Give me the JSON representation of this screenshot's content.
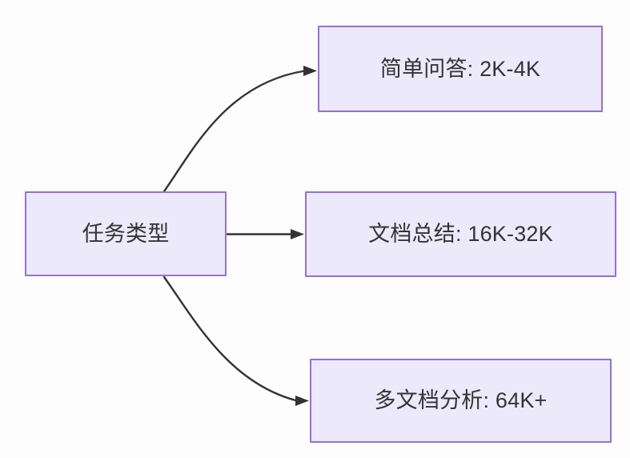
{
  "diagram": {
    "type": "flowchart",
    "direction": "left-to-right",
    "background_color": "#fdfdfd",
    "node_fill_color": "#ece9fb",
    "node_border_color": "#9370db",
    "node_text_color": "#333333",
    "edge_color": "#333333",
    "source": {
      "id": "task-type",
      "label": "任务类型"
    },
    "targets": [
      {
        "id": "simple-qa",
        "label": "简单问答: 2K-4K",
        "category": "简单问答",
        "value": "2K-4K"
      },
      {
        "id": "doc-summary",
        "label": "文档总结: 16K-32K",
        "category": "文档总结",
        "value": "16K-32K"
      },
      {
        "id": "multi-doc",
        "label": "多文档分析: 64K+",
        "category": "多文档分析",
        "value": "64K+"
      }
    ],
    "edges": [
      {
        "id": "edge-to-simple-qa",
        "from": "任务类型",
        "to": "简单问答: 2K-4K",
        "style": "curved-arrow"
      },
      {
        "id": "edge-to-doc-summary",
        "from": "任务类型",
        "to": "文档总结: 16K-32K",
        "style": "straight-arrow"
      },
      {
        "id": "edge-to-multi-doc",
        "from": "任务类型",
        "to": "多文档分析: 64K+",
        "style": "curved-arrow"
      }
    ]
  }
}
